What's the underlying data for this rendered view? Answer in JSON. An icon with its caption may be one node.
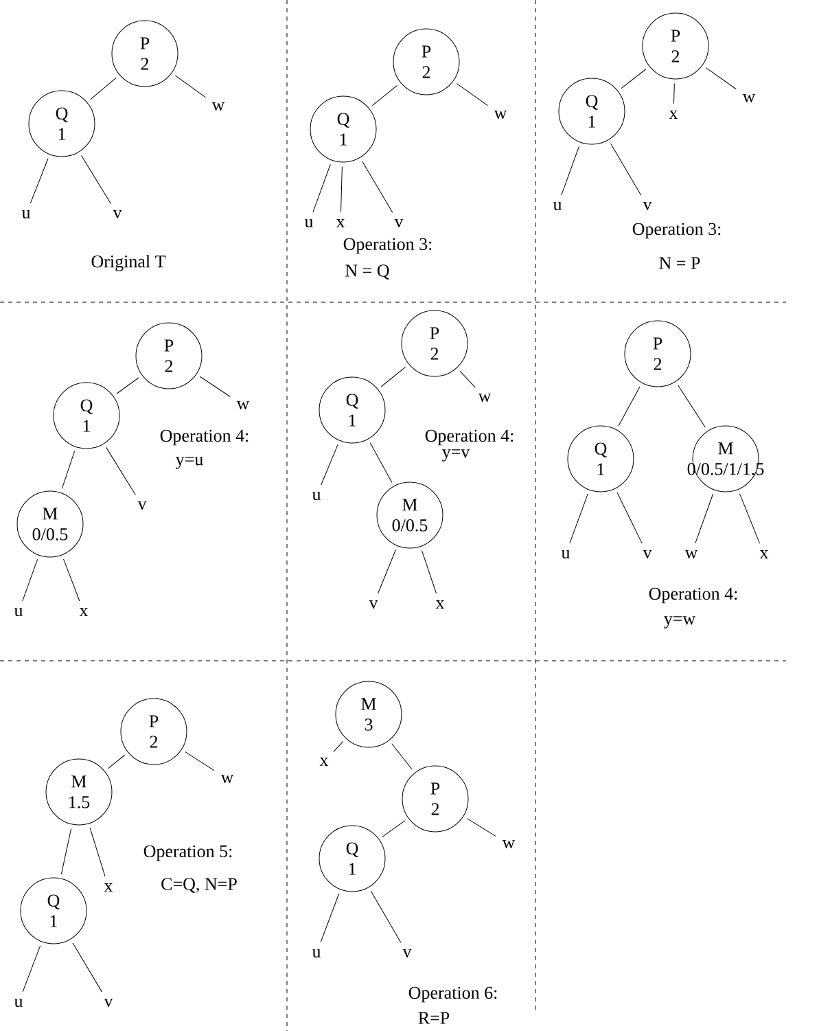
{
  "diagram": {
    "nodes": [
      {
        "text": [
          "P",
          "2"
        ]
      },
      {
        "text": [
          "Q",
          "1"
        ]
      },
      {
        "text": [
          "w"
        ]
      },
      {
        "text": [
          "u"
        ]
      },
      {
        "text": [
          "v"
        ]
      },
      {
        "text": [
          "P",
          "2"
        ]
      },
      {
        "text": [
          "Q",
          "1"
        ]
      },
      {
        "text": [
          "w"
        ]
      },
      {
        "text": [
          "u"
        ]
      },
      {
        "text": [
          "x"
        ]
      },
      {
        "text": [
          "v"
        ]
      },
      {
        "text": [
          "P",
          "2"
        ]
      },
      {
        "text": [
          "Q",
          "1"
        ]
      },
      {
        "text": [
          "x"
        ]
      },
      {
        "text": [
          "w"
        ]
      },
      {
        "text": [
          "u"
        ]
      },
      {
        "text": [
          "v"
        ]
      },
      {
        "text": [
          "P",
          "2"
        ]
      },
      {
        "text": [
          "Q",
          "1"
        ]
      },
      {
        "text": [
          "w"
        ]
      },
      {
        "text": [
          "M",
          "0/0.5"
        ]
      },
      {
        "text": [
          "v"
        ]
      },
      {
        "text": [
          "u"
        ]
      },
      {
        "text": [
          "x"
        ]
      },
      {
        "text": [
          "P",
          "2"
        ]
      },
      {
        "text": [
          "Q",
          "1"
        ]
      },
      {
        "text": [
          "w"
        ]
      },
      {
        "text": [
          "u"
        ]
      },
      {
        "text": [
          "M",
          "0/0.5"
        ]
      },
      {
        "text": [
          "v"
        ]
      },
      {
        "text": [
          "x"
        ]
      },
      {
        "text": [
          "P",
          "2"
        ]
      },
      {
        "text": [
          "Q",
          "1"
        ]
      },
      {
        "text": [
          "M",
          "0/0.5/1/1.5"
        ]
      },
      {
        "text": [
          "u"
        ]
      },
      {
        "text": [
          "v"
        ]
      },
      {
        "text": [
          "w"
        ]
      },
      {
        "text": [
          "x"
        ]
      },
      {
        "text": [
          "P",
          "2"
        ]
      },
      {
        "text": [
          "M",
          "1.5"
        ]
      },
      {
        "text": [
          "w"
        ]
      },
      {
        "text": [
          "Q",
          "1"
        ]
      },
      {
        "text": [
          "x"
        ]
      },
      {
        "text": [
          "u"
        ]
      },
      {
        "text": [
          "v"
        ]
      },
      {
        "text": [
          "M",
          "3"
        ]
      },
      {
        "text": [
          "x"
        ]
      },
      {
        "text": [
          "P",
          "2"
        ]
      },
      {
        "text": [
          "w"
        ]
      },
      {
        "text": [
          "Q",
          "1"
        ]
      },
      {
        "text": [
          "u"
        ]
      },
      {
        "text": [
          "v"
        ]
      }
    ],
    "edges": [
      {
        "from": 0,
        "to": 1,
        "arrow": "none"
      },
      {
        "from": 0,
        "to": 2,
        "arrow": "none"
      },
      {
        "from": 1,
        "to": 3,
        "arrow": "none"
      },
      {
        "from": 1,
        "to": 4,
        "arrow": "none"
      },
      {
        "from": 5,
        "to": 6,
        "arrow": "none"
      },
      {
        "from": 5,
        "to": 7,
        "arrow": "none"
      },
      {
        "from": 6,
        "to": 8,
        "arrow": "none"
      },
      {
        "from": 6,
        "to": 9,
        "arrow": "none"
      },
      {
        "from": 6,
        "to": 10,
        "arrow": "none"
      },
      {
        "from": 11,
        "to": 12,
        "arrow": "none"
      },
      {
        "from": 11,
        "to": 13,
        "arrow": "none"
      },
      {
        "from": 11,
        "to": 14,
        "arrow": "none"
      },
      {
        "from": 12,
        "to": 15,
        "arrow": "none"
      },
      {
        "from": 12,
        "to": 16,
        "arrow": "none"
      },
      {
        "from": 17,
        "to": 18,
        "arrow": "none"
      },
      {
        "from": 17,
        "to": 19,
        "arrow": "none"
      },
      {
        "from": 18,
        "to": 20,
        "arrow": "none"
      },
      {
        "from": 18,
        "to": 21,
        "arrow": "none"
      },
      {
        "from": 20,
        "to": 22,
        "arrow": "none"
      },
      {
        "from": 20,
        "to": 23,
        "arrow": "none"
      },
      {
        "from": 24,
        "to": 25,
        "arrow": "none"
      },
      {
        "from": 24,
        "to": 26,
        "arrow": "none"
      },
      {
        "from": 25,
        "to": 27,
        "arrow": "none"
      },
      {
        "from": 25,
        "to": 28,
        "arrow": "none"
      },
      {
        "from": 28,
        "to": 29,
        "arrow": "none"
      },
      {
        "from": 28,
        "to": 30,
        "arrow": "none"
      },
      {
        "from": 31,
        "to": 32,
        "arrow": "none"
      },
      {
        "from": 31,
        "to": 33,
        "arrow": "none"
      },
      {
        "from": 32,
        "to": 34,
        "arrow": "none"
      },
      {
        "from": 32,
        "to": 35,
        "arrow": "none"
      },
      {
        "from": 33,
        "to": 36,
        "arrow": "none"
      },
      {
        "from": 33,
        "to": 37,
        "arrow": "none"
      },
      {
        "from": 38,
        "to": 39,
        "arrow": "none"
      },
      {
        "from": 38,
        "to": 40,
        "arrow": "none"
      },
      {
        "from": 39,
        "to": 41,
        "arrow": "none"
      },
      {
        "from": 39,
        "to": 42,
        "arrow": "none"
      },
      {
        "from": 41,
        "to": 43,
        "arrow": "none"
      },
      {
        "from": 41,
        "to": 44,
        "arrow": "none"
      },
      {
        "from": 45,
        "to": 46,
        "arrow": "none"
      },
      {
        "from": 45,
        "to": 47,
        "arrow": "none"
      },
      {
        "from": 47,
        "to": 48,
        "arrow": "none"
      },
      {
        "from": 47,
        "to": 49,
        "arrow": "none"
      },
      {
        "from": 49,
        "to": 50,
        "arrow": "none"
      },
      {
        "from": 49,
        "to": 51,
        "arrow": "none"
      }
    ],
    "labels": [
      "Original T",
      "Operation 3:",
      "N = Q",
      "Operation 3:",
      "N = P",
      "Operation 4:",
      "y=u",
      "Operation 4:",
      "y=v",
      "Operation 4:",
      "y=w",
      "Operation 5:",
      "C=Q, N=P",
      "Operation 6:",
      "R=P"
    ]
  }
}
